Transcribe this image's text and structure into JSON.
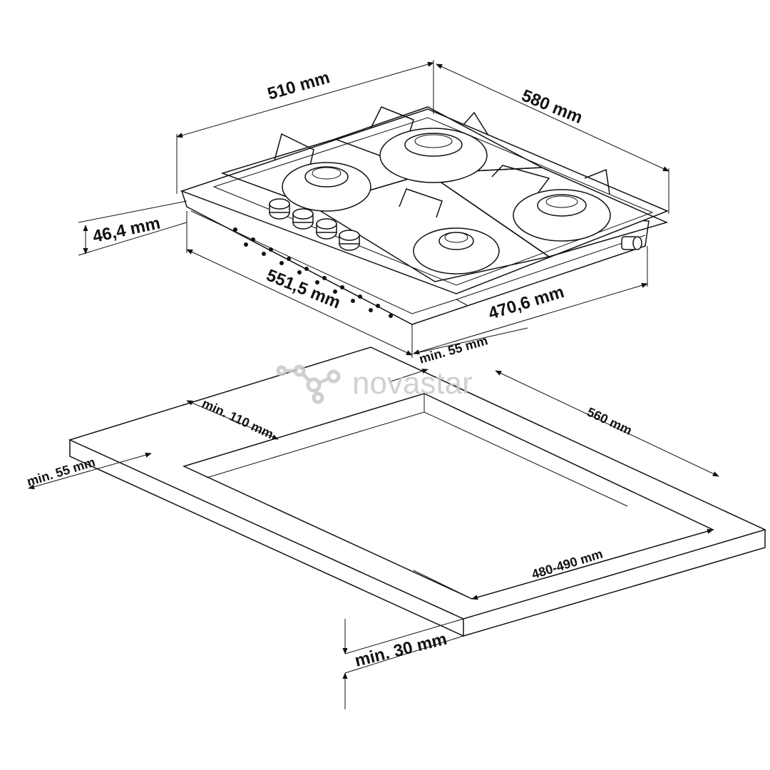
{
  "watermark": {
    "brand": "novastar",
    "logo_icon": "molecule-logo-icon"
  },
  "hob_dimensions": {
    "width": "510 mm",
    "depth": "580 mm",
    "height": "46,4 mm",
    "front_length": "551,5 mm",
    "side_length": "470,6 mm"
  },
  "cutout_dimensions": {
    "min_front_clearance": "min. 55 mm",
    "min_back_clearance": "min. 110 mm",
    "min_side_clearance": "min. 55 mm",
    "cutout_depth": "560 mm",
    "cutout_width": "480-490 mm",
    "min_worktop_thickness": "min. 30 mm"
  },
  "colors": {
    "line": "#111111",
    "watermark": "#c8c8c8",
    "background": "#ffffff"
  }
}
